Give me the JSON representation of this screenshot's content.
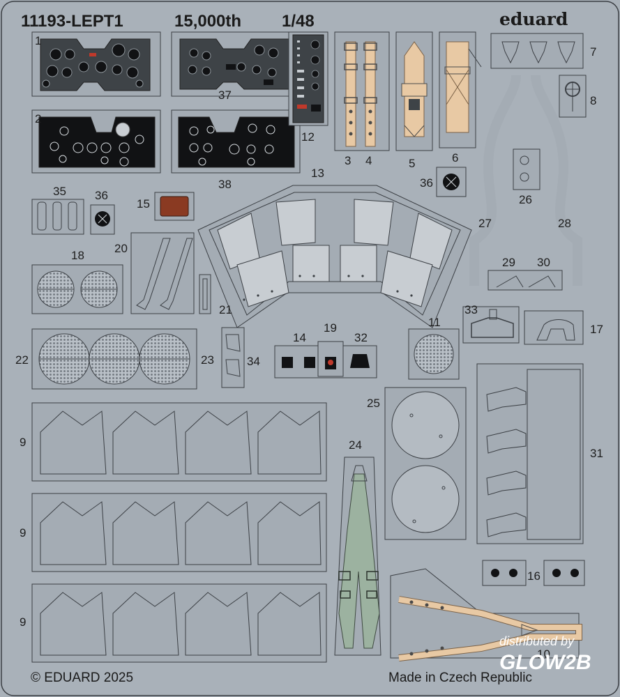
{
  "header": {
    "code": "11193-LEPT1",
    "edition": "15,000th",
    "scale": "1/48",
    "brand": "eduard"
  },
  "footer": {
    "copyright": "© EDUARD 2025",
    "origin": "Made in Czech Republic"
  },
  "watermark": {
    "line1": "distributed by",
    "line2": "GLOW2B"
  },
  "part_numbers": {
    "p1": "1",
    "p2": "2",
    "p3": "3",
    "p4": "4",
    "p5": "5",
    "p6": "6",
    "p7": "7",
    "p8": "8",
    "p9a": "9",
    "p9b": "9",
    "p9c": "9",
    "p10": "10",
    "p11": "11",
    "p12": "12",
    "p13": "13",
    "p14": "14",
    "p15": "15",
    "p16": "16",
    "p17": "17",
    "p18": "18",
    "p19": "19",
    "p20": "20",
    "p21": "21",
    "p22": "22",
    "p23": "23",
    "p24": "24",
    "p25": "25",
    "p26": "26",
    "p27": "27",
    "p28": "28",
    "p29": "29",
    "p30": "30",
    "p31": "31",
    "p32": "32",
    "p33": "33",
    "p34": "34",
    "p35": "35",
    "p36a": "36",
    "p36b": "36",
    "p37": "37",
    "p38": "38"
  },
  "colors": {
    "fret": "#a9b1b9",
    "panel_dark": "#3e4347",
    "panel_black": "#111214",
    "harness_tan": "#e8c9a4",
    "harness_green": "#9cb2a0",
    "cushion_brown": "#8a3a22"
  }
}
